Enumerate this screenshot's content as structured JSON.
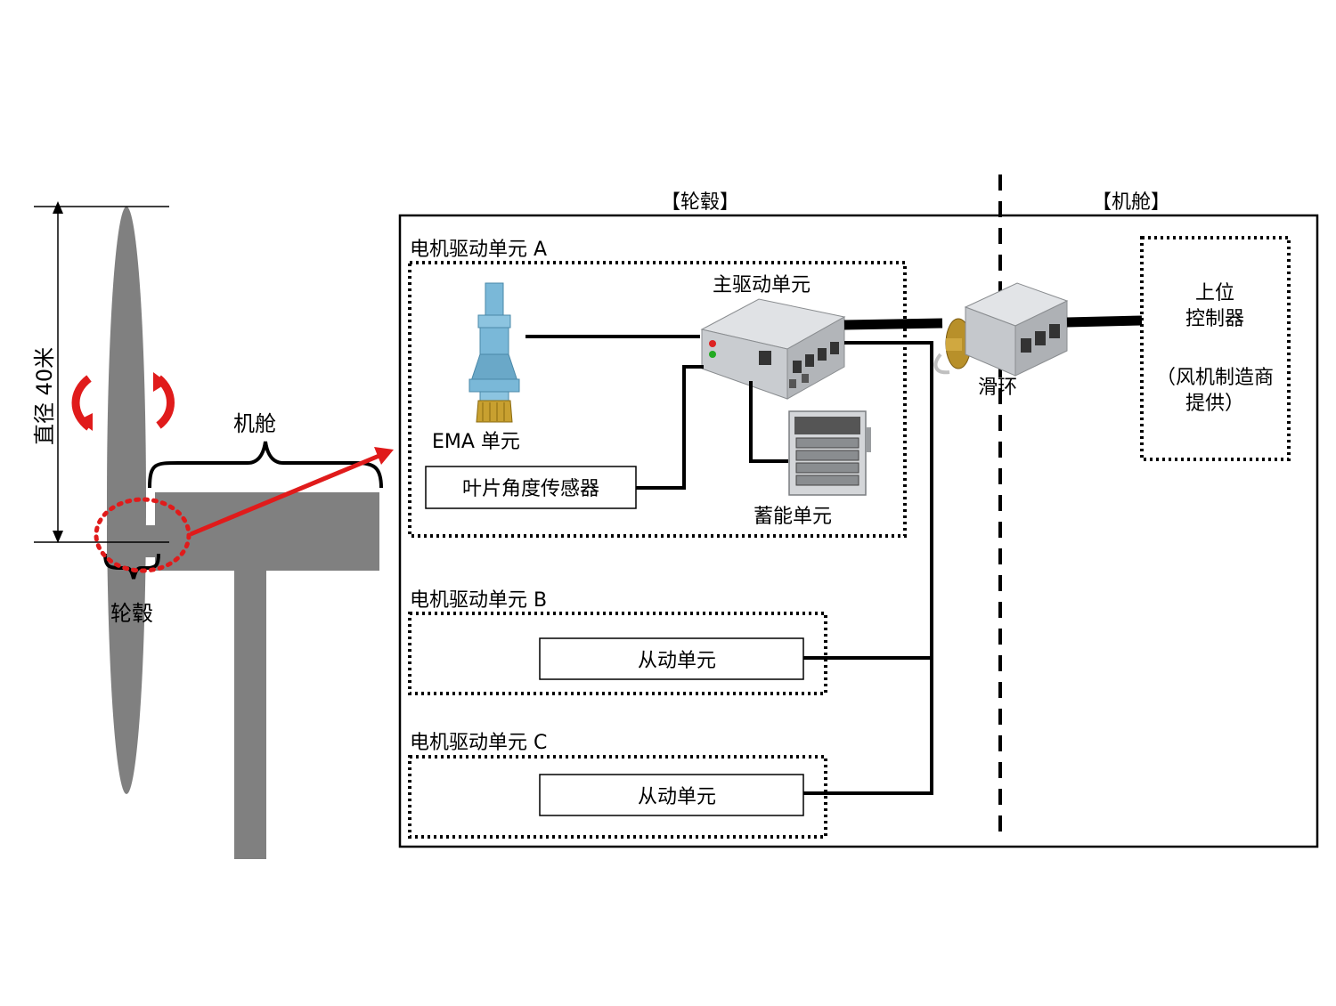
{
  "turbine": {
    "diameter_label": "直径  40米",
    "nacelle_label": "机舱",
    "hub_label": "轮毂"
  },
  "system": {
    "hub_section_label": "【轮毂】",
    "nacelle_section_label": "【机舱】",
    "unit_a": {
      "title": "电机驱动单元 A",
      "ema_label": "EMA 单元",
      "main_drive_label": "主驱动单元",
      "sensor_label": "叶片角度传感器",
      "storage_label": "蓄能单元"
    },
    "unit_b": {
      "title": "电机驱动单元 B",
      "slave_label": "从动单元"
    },
    "unit_c": {
      "title": "电机驱动单元 C",
      "slave_label": "从动单元"
    },
    "slip_ring_label": "滑环",
    "controller": {
      "line1": "上位",
      "line2": "控制器",
      "line3": "（风机制造商",
      "line4": "提供）"
    }
  },
  "colors": {
    "turbine_gray": "#808080",
    "accent_red": "#e01b1b",
    "ema_blue": "#7ab8d8",
    "gear_gold": "#c8a030",
    "cabinet_silver": "#c9ccd0",
    "brass": "#b8902a"
  }
}
